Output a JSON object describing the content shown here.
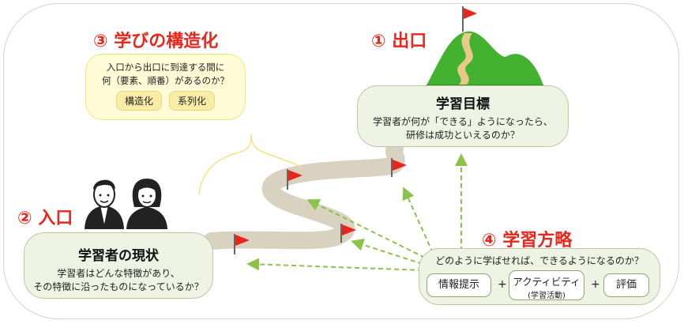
{
  "colors": {
    "accent_red": "#e8261c",
    "box_green": "#eef3e4",
    "box_yellow": "#fffbd6",
    "path": "#d9d2c0",
    "arrow": "#8bc34a",
    "mountain": "#44b231"
  },
  "headings": {
    "goal": "① 出口",
    "current": "② 入口",
    "structure": "③ 学びの構造化",
    "strategy": "④ 学習方略"
  },
  "goal_box": {
    "title": "学習目標",
    "desc_line1": "学習者が何が「できる」ようになったら、",
    "desc_line2": "研修は成功といえるのか？"
  },
  "current_box": {
    "title": "学習者の現状",
    "desc_line1": "学習者はどんな特徴があり、",
    "desc_line2": "その特徴に沿ったものになっているか？"
  },
  "structure_box": {
    "question_line1": "入口から出口に到達する間に",
    "question_line2": "何（要素、順番）があるのか？",
    "chip1": "構造化",
    "chip2": "系列化"
  },
  "strategy_box": {
    "question": "どのように学ばせれば、できるようになるのか？",
    "item1": "情報提示",
    "item2": "アクティビティ",
    "item2_sub": "(学習活動)",
    "item3": "評価",
    "plus": "+"
  },
  "icons": [
    "flag-icon",
    "mountain-icon",
    "learner-man-icon",
    "learner-woman-icon"
  ]
}
